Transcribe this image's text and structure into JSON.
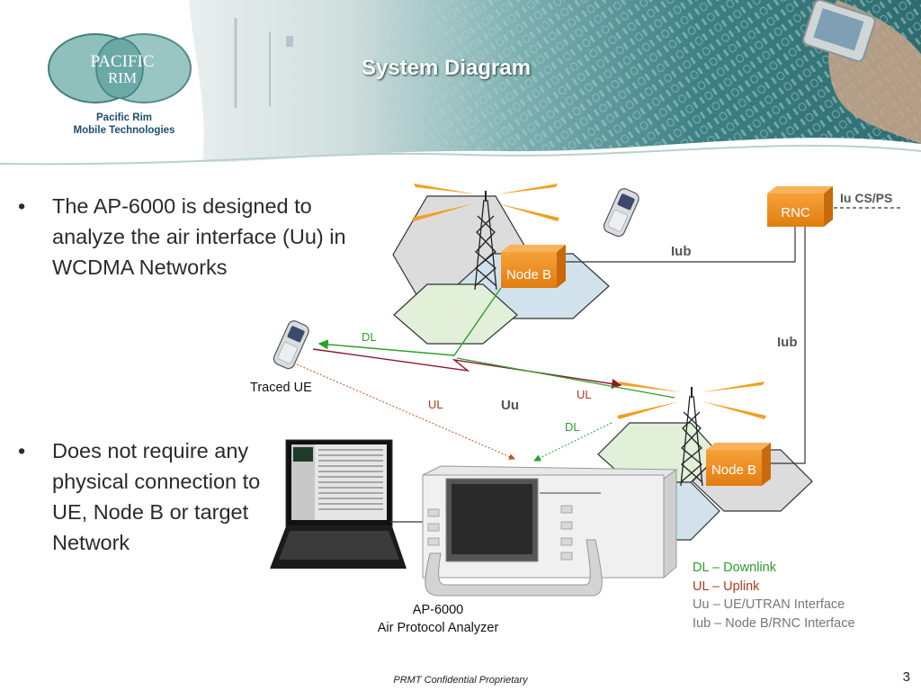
{
  "header": {
    "title": "System Diagram",
    "logo_text_line1": "PACIFIC",
    "logo_text_line2": "RIM",
    "company_line1": "Pacific Rim",
    "company_line2": "Mobile Technologies"
  },
  "bullets": [
    "The AP-6000 is designed to analyze the air interface (Uu) in WCDMA Networks",
    "Does not require any physical connection to UE, Node B or target Network"
  ],
  "diagram": {
    "rnc": "RNC",
    "iu_cs_ps": "Iu CS/PS",
    "iub_top": "Iub",
    "iub_right": "Iub",
    "node_b_top": "Node B",
    "node_b_bottom": "Node B",
    "traced_ue": "Traced UE",
    "dl_top": "DL",
    "ul_right": "UL",
    "ul_left": "UL",
    "uu": "Uu",
    "dl_bottom": "DL",
    "analyzer_line1": "AP-6000",
    "analyzer_line2": "Air Protocol Analyzer"
  },
  "legend": {
    "dl": "DL – Downlink",
    "ul": "UL – Uplink",
    "uu": "Uu – UE/UTRAN Interface",
    "iub": "Iub – Node B/RNC Interface"
  },
  "footer": {
    "text": "PRMT Confidential Proprietary",
    "page_number": "3"
  },
  "colors": {
    "dl": "#2aa02a",
    "ul": "#b33a1a",
    "node_orange": "#f0901e",
    "header_teal": "#5f9ea0"
  }
}
